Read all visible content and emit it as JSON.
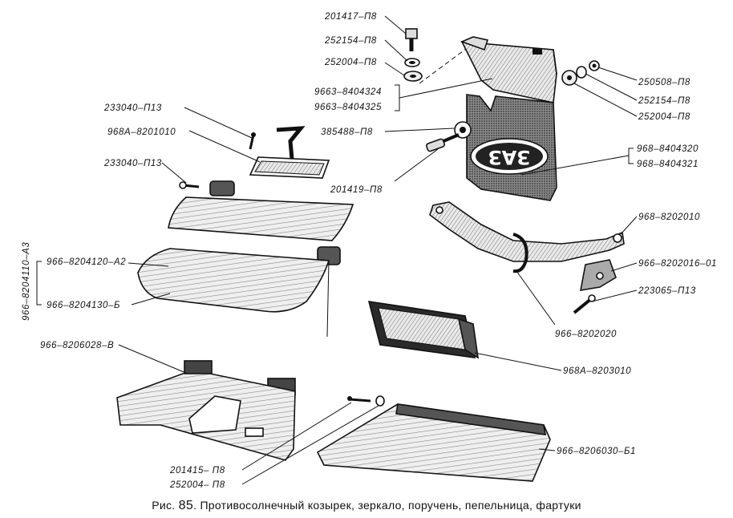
{
  "labels": {
    "p201417": "201417–П8",
    "p252154a": "252154–П8",
    "p252004a": "252004–П8",
    "p9663a": "9663–8404324",
    "p9663b": "9663–8404325",
    "p385488": "385488–П8",
    "p201419": "201419–П8",
    "p250508": "250508–П8",
    "p252154b": "252154–П8",
    "p252004b": "252004–П8",
    "p968a": "968–8404320",
    "p968b": "968–8404321",
    "p233040a": "233040–П13",
    "p968A8201010": "968А–8201010",
    "p233040b": "233040–П13",
    "p966v": "966–8204110–А3",
    "p966a2": "966–8204120–А2",
    "p966b": "966–8204130–Б",
    "p968_8202010": "968–8202010",
    "p966_8202016": "966–8202016–01",
    "p223065": "223065–П13",
    "p966_8202020": "966–8202020",
    "p966_8206028": "966–8206028–В",
    "p968A8203010": "968А–8203010",
    "p201415": "201415– П8",
    "p252004c": "252004– П8",
    "p966_8206030": "966–8206030–Б1",
    "logo": "ЗАЗ"
  },
  "caption": {
    "prefix": "Рис.",
    "number": "85",
    "text": ". Противосолнечный козырек, зеркало, поручень, пепельница, фартуки"
  }
}
